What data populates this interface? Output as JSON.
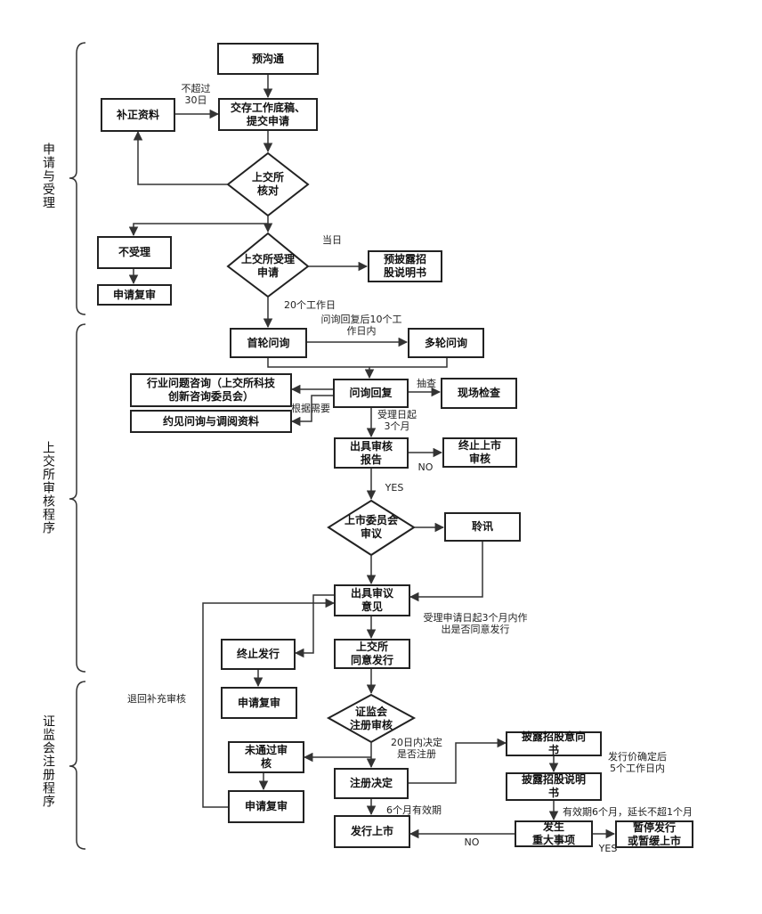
{
  "sections": {
    "s1": "申请与受理",
    "s2": "上交所审核程序",
    "s3": "证监会注册程序"
  },
  "nodes": {
    "pre_communication": "预沟通",
    "submit": "交存工作底稿、\n提交申请",
    "supplement": "补正资料",
    "sse_verify": "上交所\n核对",
    "not_accept": "不受理",
    "apply_review1": "申请复审",
    "sse_accept": "上交所受理\n申请",
    "pre_disclosure": "预披露招\n股说明书",
    "first_inquiry": "首轮问询",
    "multi_inquiry": "多轮问询",
    "industry_consult": "行业问题咨询（上交所科技\n创新咨询委员会）",
    "interview": "约见问询与调阅资料",
    "inquiry_reply": "问询回复",
    "site_check": "现场检查",
    "review_report": "出具审核\n报告",
    "terminate_review": "终止上市\n审核",
    "listing_committee": "上市委员会\n审议",
    "hearing": "聆讯",
    "review_opinion": "出具审议\n意见",
    "terminate_issue": "终止发行",
    "apply_review2": "申请复审",
    "sse_agree": "上交所\n同意发行",
    "csrc_review": "证监会\n注册审核",
    "not_passed": "未通过审\n核",
    "apply_review3": "申请复审",
    "registration": "注册决定",
    "disclose_intent": "披露招股意向\n书",
    "disclose_prospectus": "披露招股说明\n书",
    "issue_listing": "发行上市",
    "major_event": "发生\n重大事项",
    "suspend": "暂停发行\n或暂缓上市"
  },
  "labels": {
    "within30": "不超过\n30日",
    "same_day": "当日",
    "twenty_days": "20个工作日",
    "reply_10days": "问询回复后10个工\n作日内",
    "spot_check": "抽查",
    "as_needed": "根据需要",
    "three_months": "受理日起\n3个月",
    "no1": "NO",
    "yes1": "YES",
    "three_months_decision": "受理申请日起3个月内作\n出是否同意发行",
    "return_supplement": "退回补充审核",
    "twenty_days_decide": "20日内决定\n是否注册",
    "price_5days": "发行价确定后\n5个工作日内",
    "six_months_valid": "6个月有效期",
    "valid_extend": "有效期6个月，延长不超1个月",
    "no2": "NO",
    "yes2": "YES"
  }
}
